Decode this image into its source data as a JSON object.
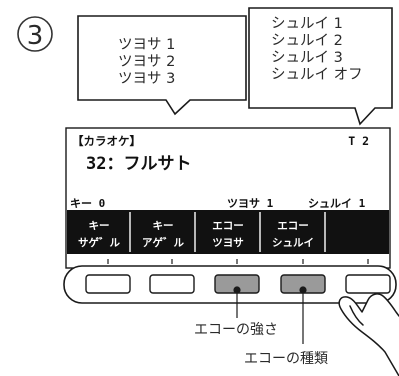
{
  "step_number": "3",
  "callout_left": {
    "lines": [
      "ツヨサ 1",
      "ツヨサ 2",
      "ツヨサ 3"
    ]
  },
  "callout_right": {
    "lines": [
      "シュルイ 1",
      "シュルイ 2",
      "シュルイ 3",
      "シュルイ オフ"
    ]
  },
  "display": {
    "mode_label": "【カラオケ】",
    "corner_label": "T 2",
    "song": "32：フルサト",
    "status_items": [
      "キー 0",
      "ツヨサ 1",
      "シュルイ 1"
    ],
    "softkeys": [
      {
        "line1": "キー",
        "line2": "サゲ゛ル"
      },
      {
        "line1": "キー",
        "line2": "アゲ゛ル"
      },
      {
        "line1": "エコー",
        "line2": "ツヨサ"
      },
      {
        "line1": "エコー",
        "line2": "シュルイ"
      },
      {
        "line1": "",
        "line2": ""
      }
    ]
  },
  "labels": {
    "echo_strength": "エコーの強さ",
    "echo_type": "エコーの種類"
  },
  "colors": {
    "ink": "#1a1a1a",
    "lcd_bg": "#ffffff",
    "softkey_bg": "#111111",
    "active_button": "#9a9a9a",
    "button": "#ffffff"
  }
}
